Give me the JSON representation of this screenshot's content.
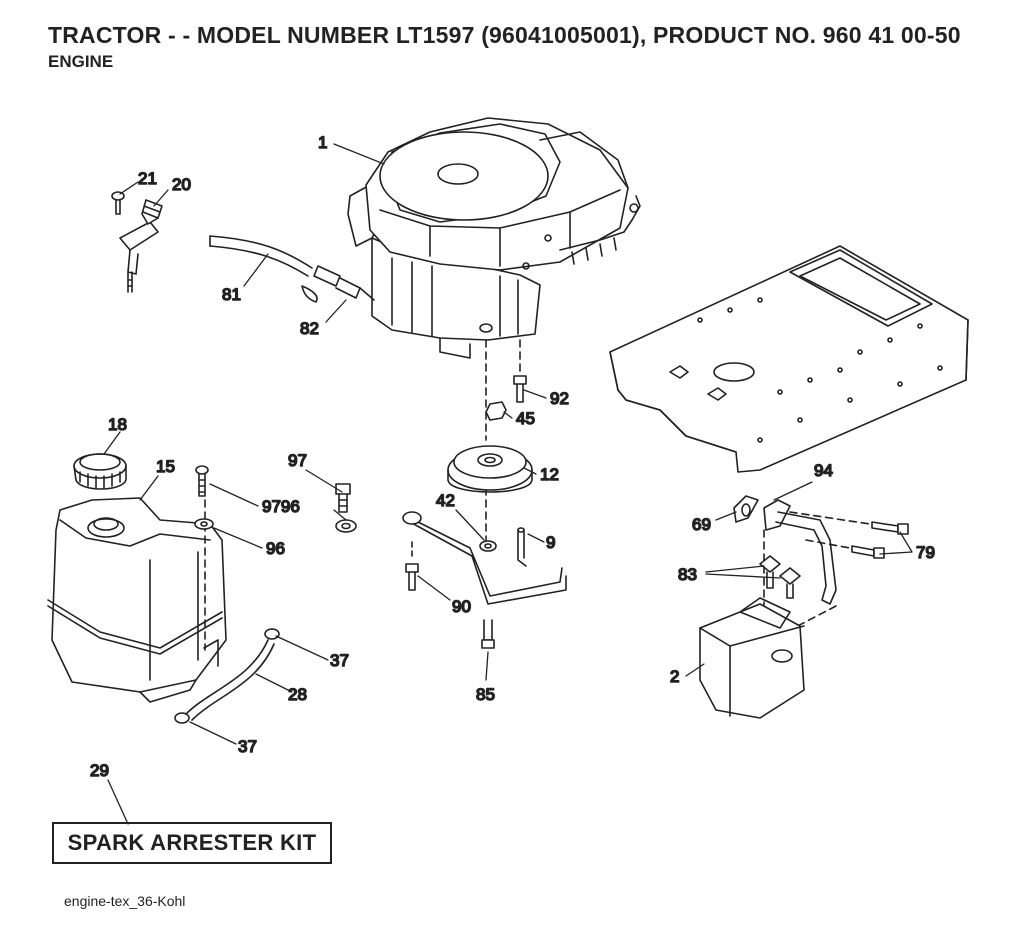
{
  "title": "TRACTOR - - MODEL NUMBER LT1597 (96041005001), PRODUCT NO. 960 41 00-50",
  "subtitle": "ENGINE",
  "callouts": {
    "c1": "1",
    "c2": "2",
    "c9": "9",
    "c12": "12",
    "c15": "15",
    "c18": "18",
    "c20": "20",
    "c21": "21",
    "c28": "28",
    "c29": "29",
    "c37a": "37",
    "c37b": "37",
    "c42": "42",
    "c45": "45",
    "c69": "69",
    "c79": "79",
    "c81": "81",
    "c82": "82",
    "c83": "83",
    "c85": "85",
    "c90": "90",
    "c92": "92",
    "c94": "94",
    "c96": "96",
    "c97": "97",
    "c9796": "9796"
  },
  "kit_label": "SPARK ARRESTER KIT",
  "footer": "engine-tex_36-Kohl"
}
